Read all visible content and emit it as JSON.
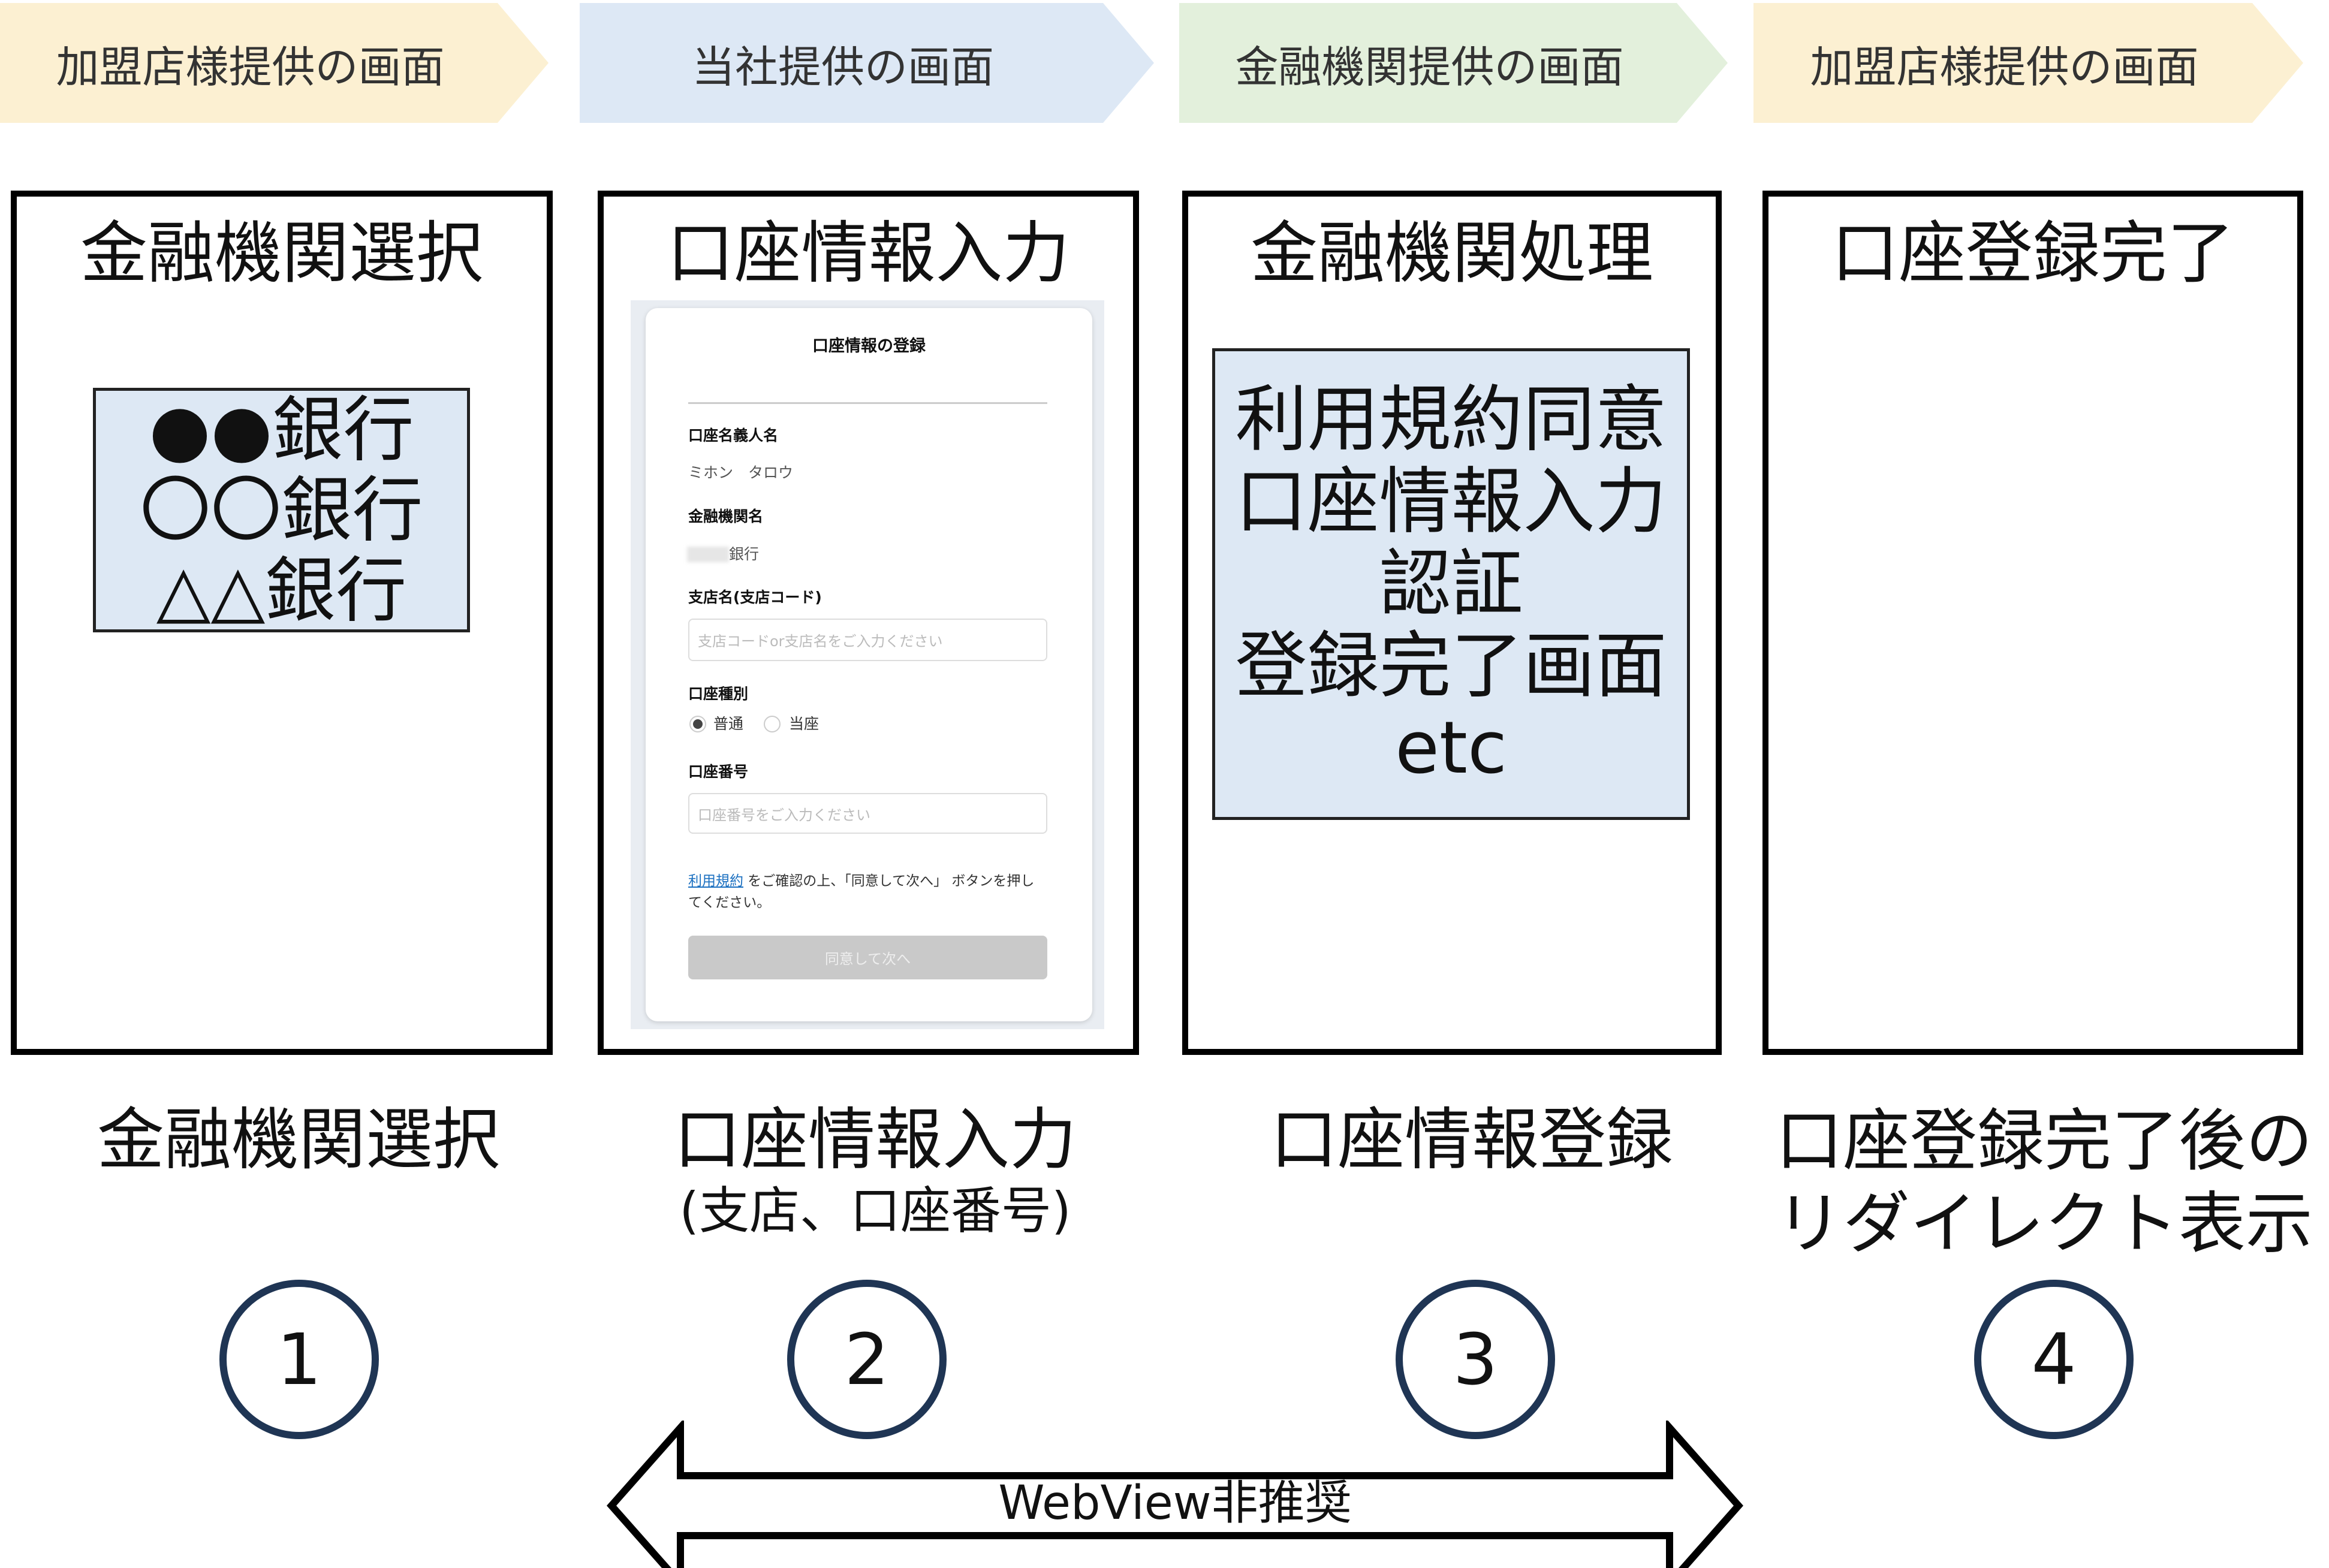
{
  "banners": [
    {
      "label": "加盟店様提供の画面",
      "color": "#fcf0d2"
    },
    {
      "label": "当社提供の画面",
      "color": "#dde8f5"
    },
    {
      "label": "金融機関提供の画面",
      "color": "#e3f0dc"
    },
    {
      "label": "加盟店様提供の画面",
      "color": "#fcf0d2"
    }
  ],
  "panels": {
    "p1": {
      "title": "金融機関選択",
      "banks": [
        "●●銀行",
        "〇〇銀行",
        "△△銀行"
      ]
    },
    "p2": {
      "title": "口座情報入力"
    },
    "p3": {
      "title": "金融機関処理",
      "items": [
        "利用規約同意",
        "口座情報入力",
        "認証",
        "登録完了画面",
        "etc"
      ]
    },
    "p4": {
      "title": "口座登録完了"
    }
  },
  "form": {
    "title": "口座情報の登録",
    "holder_label": "口座名義人名",
    "holder_value": "ミホン　タロウ",
    "bank_label": "金融機関名",
    "bank_value": "銀行",
    "branch_label": "支店名(支店コード)",
    "branch_placeholder": "支店コードor支店名をご入力ください",
    "type_label": "口座種別",
    "type_options": [
      "普通",
      "当座"
    ],
    "number_label": "口座番号",
    "number_placeholder": "口座番号をご入力ください",
    "terms_link": "利用規約",
    "terms_text": " をご確認の上、「同意して次へ」 ボタンを押してください。",
    "submit_label": "同意して次へ"
  },
  "captions": [
    {
      "line1": "金融機関選択"
    },
    {
      "line1": "口座情報入力",
      "line2": "(支店、口座番号)"
    },
    {
      "line1": "口座情報登録"
    },
    {
      "line1": "口座登録完了後の",
      "line2": "リダイレクト表示"
    }
  ],
  "steps": [
    "1",
    "2",
    "3",
    "4"
  ],
  "arrow_label": "WebView非推奨"
}
